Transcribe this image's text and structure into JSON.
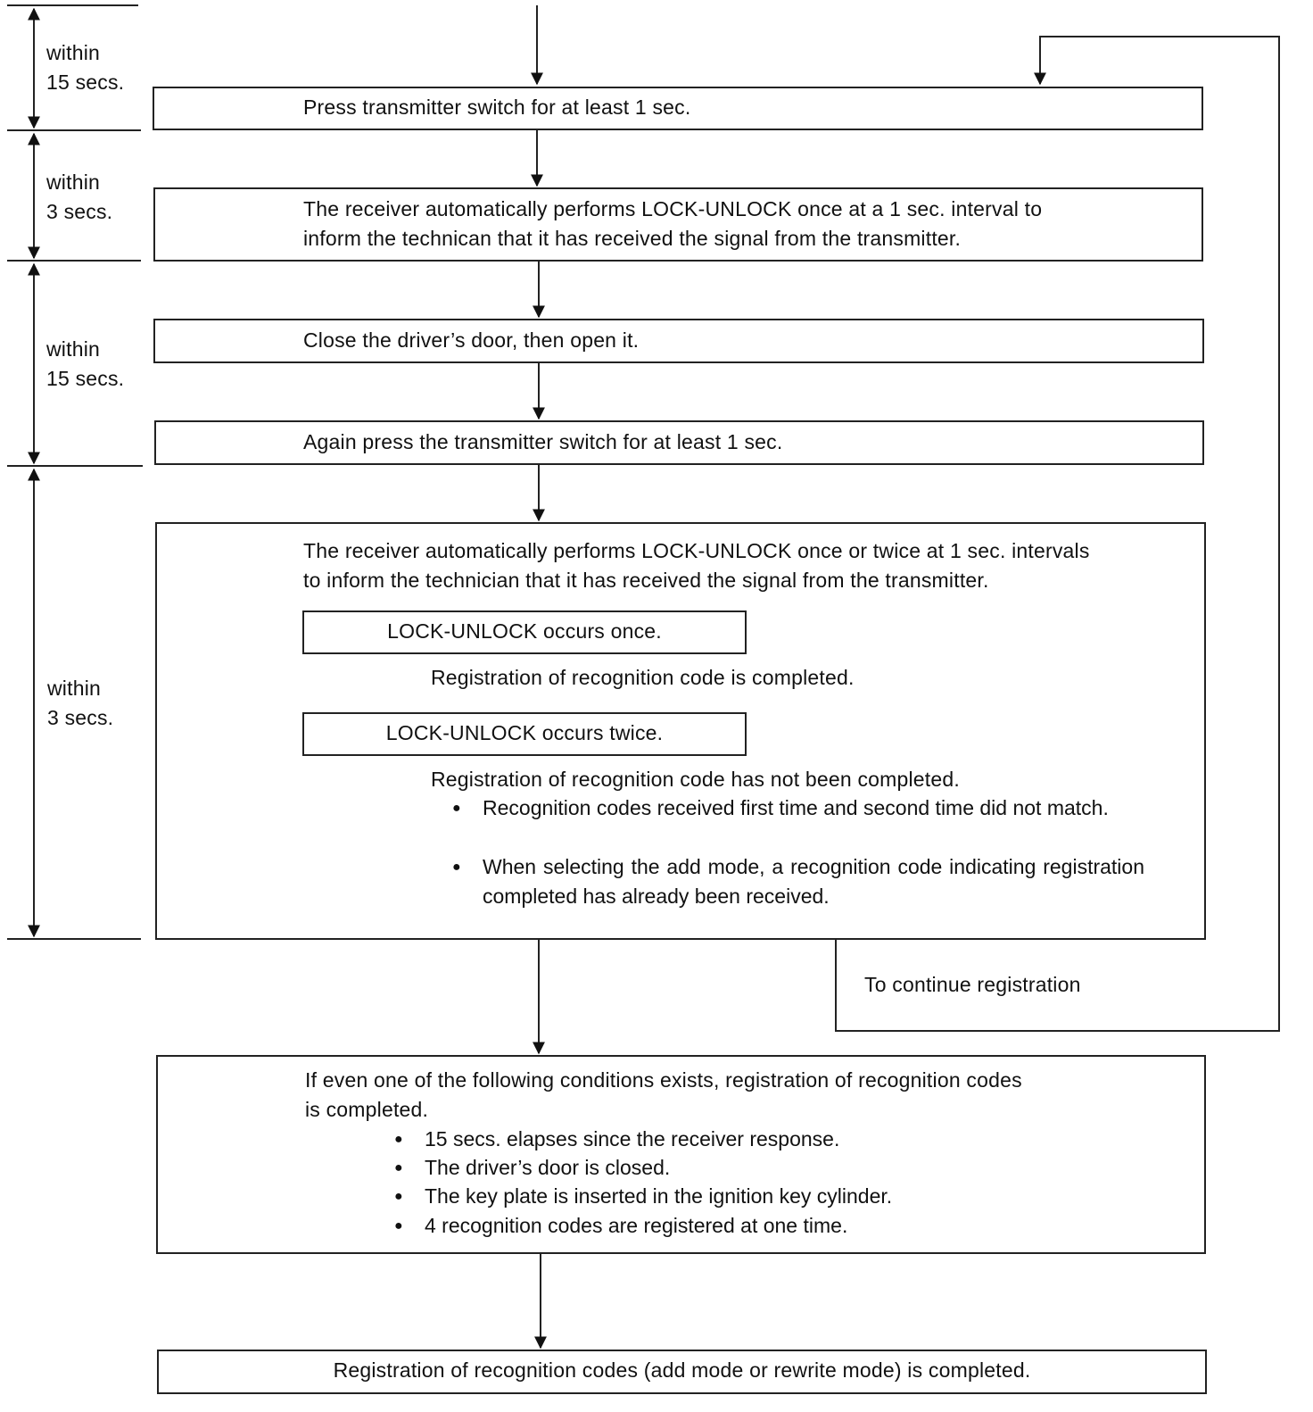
{
  "timing": [
    {
      "line1": "within",
      "line2": "15 secs."
    },
    {
      "line1": "within",
      "line2": "3 secs."
    },
    {
      "line1": "within",
      "line2": "15 secs."
    },
    {
      "line1": "within",
      "line2": "3 secs."
    }
  ],
  "steps": {
    "press_switch": "Press transmitter switch for at least 1 sec.",
    "receiver_once_l1": "The receiver automatically performs LOCK-UNLOCK once at a 1 sec. interval to",
    "receiver_once_l2": "inform the technican that it has received the signal from the transmitter.",
    "close_door": "Close the driver’s door, then open it.",
    "again_press": "Again press the transmitter switch for at least 1 sec.",
    "receiver_twice_l1": "The receiver automatically performs LOCK-UNLOCK once or twice at 1 sec. intervals",
    "receiver_twice_l2": "to inform the technician that it has received the signal from the transmitter.",
    "occurs_once": "LOCK-UNLOCK occurs once.",
    "completed": "Registration of recognition code is completed.",
    "occurs_twice": "LOCK-UNLOCK occurs twice.",
    "not_completed": "Registration of recognition code has not been completed.",
    "not_completed_reasons": [
      "Recognition codes received first time and second time did not match.",
      "When selecting the add mode, a recognition code indicating registration completed has already been received."
    ],
    "continue": "To continue registration",
    "conditions_l1": "If even one of the following conditions exists, registration of recognition codes",
    "conditions_l2": "is completed.",
    "conditions": [
      "15 secs. elapses since the receiver response.",
      "The driver’s door is closed.",
      "The key plate is inserted in the ignition key cylinder.",
      "4 recognition codes are registered at one time."
    ],
    "final": "Registration of recognition codes (add mode or rewrite mode) is completed."
  }
}
